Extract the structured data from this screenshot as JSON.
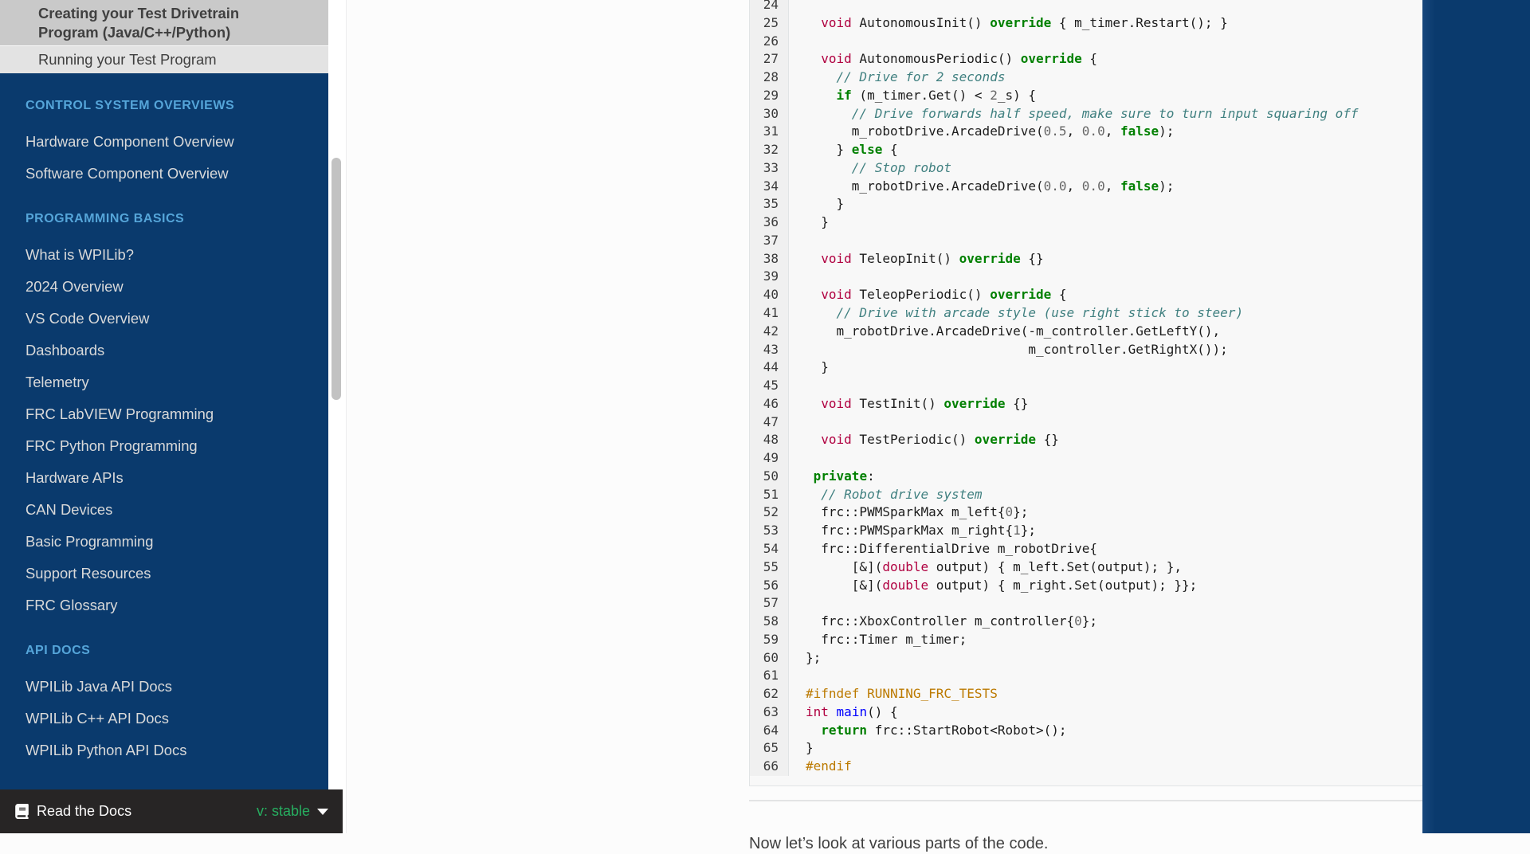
{
  "colors": {
    "sidebar_navy": "#0a3a6d",
    "section_header_blue": "#55a5d9",
    "sidebar_link": "#d9d9d9",
    "current_parent_bg": "#c9c9c9",
    "current_child_bg": "#e3e3e3",
    "footer_bg": "#272525",
    "version_green": "#27ae60",
    "code_bg": "#f8f8f8",
    "gutter_bg": "#f0f0f0",
    "border": "#e1e4e5"
  },
  "sidebar": {
    "current_group": [
      {
        "label": "Creating your Test Drivetrain Program (Java/C++/Python)",
        "style": "parent"
      },
      {
        "label": "Running your Test Program",
        "style": "child"
      }
    ],
    "sections": [
      {
        "header": "CONTROL SYSTEM OVERVIEWS",
        "items": [
          "Hardware Component Overview",
          "Software Component Overview"
        ]
      },
      {
        "header": "PROGRAMMING BASICS",
        "items": [
          "What is WPILib?",
          "2024 Overview",
          "VS Code Overview",
          "Dashboards",
          "Telemetry",
          "FRC LabVIEW Programming",
          "FRC Python Programming",
          "Hardware APIs",
          "CAN Devices",
          "Basic Programming",
          "Support Resources",
          "FRC Glossary"
        ]
      },
      {
        "header": "API DOCS",
        "items": [
          "WPILib Java API Docs",
          "WPILib C++ API Docs",
          "WPILib Python API Docs"
        ]
      }
    ]
  },
  "footer": {
    "brand": "Read the Docs",
    "version": "v: stable",
    "icons": [
      "book-icon",
      "caret-down-icon"
    ]
  },
  "content": {
    "after_text": "Now let’s look at various parts of the code."
  },
  "code_block": {
    "language": "c++",
    "lines": [
      {
        "n": 24,
        "segs": []
      },
      {
        "n": 25,
        "segs": [
          [
            "p",
            "  "
          ],
          [
            "t",
            "void"
          ],
          [
            "p",
            " AutonomousInit() "
          ],
          [
            "k",
            "override"
          ],
          [
            "p",
            " { m_timer.Restart(); }"
          ]
        ]
      },
      {
        "n": 26,
        "segs": []
      },
      {
        "n": 27,
        "segs": [
          [
            "p",
            "  "
          ],
          [
            "t",
            "void"
          ],
          [
            "p",
            " AutonomousPeriodic() "
          ],
          [
            "k",
            "override"
          ],
          [
            "p",
            " {"
          ]
        ]
      },
      {
        "n": 28,
        "segs": [
          [
            "p",
            "    "
          ],
          [
            "c",
            "// Drive for 2 seconds"
          ]
        ]
      },
      {
        "n": 29,
        "segs": [
          [
            "p",
            "    "
          ],
          [
            "k",
            "if"
          ],
          [
            "p",
            " (m_timer.Get() < "
          ],
          [
            "n2",
            "2"
          ],
          [
            "p",
            "_s) {"
          ]
        ]
      },
      {
        "n": 30,
        "segs": [
          [
            "p",
            "      "
          ],
          [
            "c",
            "// Drive forwards half speed, make sure to turn input squaring off"
          ]
        ]
      },
      {
        "n": 31,
        "segs": [
          [
            "p",
            "      m_robotDrive.ArcadeDrive("
          ],
          [
            "n2",
            "0.5"
          ],
          [
            "p",
            ", "
          ],
          [
            "n2",
            "0.0"
          ],
          [
            "p",
            ", "
          ],
          [
            "k",
            "false"
          ],
          [
            "p",
            ");"
          ]
        ]
      },
      {
        "n": 32,
        "segs": [
          [
            "p",
            "    } "
          ],
          [
            "k",
            "else"
          ],
          [
            "p",
            " {"
          ]
        ]
      },
      {
        "n": 33,
        "segs": [
          [
            "p",
            "      "
          ],
          [
            "c",
            "// Stop robot"
          ]
        ]
      },
      {
        "n": 34,
        "segs": [
          [
            "p",
            "      m_robotDrive.ArcadeDrive("
          ],
          [
            "n2",
            "0.0"
          ],
          [
            "p",
            ", "
          ],
          [
            "n2",
            "0.0"
          ],
          [
            "p",
            ", "
          ],
          [
            "k",
            "false"
          ],
          [
            "p",
            ");"
          ]
        ]
      },
      {
        "n": 35,
        "segs": [
          [
            "p",
            "    }"
          ]
        ]
      },
      {
        "n": 36,
        "segs": [
          [
            "p",
            "  }"
          ]
        ]
      },
      {
        "n": 37,
        "segs": []
      },
      {
        "n": 38,
        "segs": [
          [
            "p",
            "  "
          ],
          [
            "t",
            "void"
          ],
          [
            "p",
            " TeleopInit() "
          ],
          [
            "k",
            "override"
          ],
          [
            "p",
            " {}"
          ]
        ]
      },
      {
        "n": 39,
        "segs": []
      },
      {
        "n": 40,
        "segs": [
          [
            "p",
            "  "
          ],
          [
            "t",
            "void"
          ],
          [
            "p",
            " TeleopPeriodic() "
          ],
          [
            "k",
            "override"
          ],
          [
            "p",
            " {"
          ]
        ]
      },
      {
        "n": 41,
        "segs": [
          [
            "p",
            "    "
          ],
          [
            "c",
            "// Drive with arcade style (use right stick to steer)"
          ]
        ]
      },
      {
        "n": 42,
        "segs": [
          [
            "p",
            "    m_robotDrive.ArcadeDrive(-m_controller.GetLeftY(),"
          ]
        ]
      },
      {
        "n": 43,
        "segs": [
          [
            "p",
            "                             m_controller.GetRightX());"
          ]
        ]
      },
      {
        "n": 44,
        "segs": [
          [
            "p",
            "  }"
          ]
        ]
      },
      {
        "n": 45,
        "segs": []
      },
      {
        "n": 46,
        "segs": [
          [
            "p",
            "  "
          ],
          [
            "t",
            "void"
          ],
          [
            "p",
            " TestInit() "
          ],
          [
            "k",
            "override"
          ],
          [
            "p",
            " {}"
          ]
        ]
      },
      {
        "n": 47,
        "segs": []
      },
      {
        "n": 48,
        "segs": [
          [
            "p",
            "  "
          ],
          [
            "t",
            "void"
          ],
          [
            "p",
            " TestPeriodic() "
          ],
          [
            "k",
            "override"
          ],
          [
            "p",
            " {}"
          ]
        ]
      },
      {
        "n": 49,
        "segs": []
      },
      {
        "n": 50,
        "segs": [
          [
            "p",
            " "
          ],
          [
            "k",
            "private"
          ],
          [
            "p",
            ":"
          ]
        ]
      },
      {
        "n": 51,
        "segs": [
          [
            "p",
            "  "
          ],
          [
            "c",
            "// Robot drive system"
          ]
        ]
      },
      {
        "n": 52,
        "segs": [
          [
            "p",
            "  frc::PWMSparkMax m_left{"
          ],
          [
            "n2",
            "0"
          ],
          [
            "p",
            "};"
          ]
        ]
      },
      {
        "n": 53,
        "segs": [
          [
            "p",
            "  frc::PWMSparkMax m_right{"
          ],
          [
            "n2",
            "1"
          ],
          [
            "p",
            "};"
          ]
        ]
      },
      {
        "n": 54,
        "segs": [
          [
            "p",
            "  frc::DifferentialDrive m_robotDrive{"
          ]
        ]
      },
      {
        "n": 55,
        "segs": [
          [
            "p",
            "      [&]("
          ],
          [
            "t",
            "double"
          ],
          [
            "p",
            " output) { m_left.Set(output); },"
          ]
        ]
      },
      {
        "n": 56,
        "segs": [
          [
            "p",
            "      [&]("
          ],
          [
            "t",
            "double"
          ],
          [
            "p",
            " output) { m_right.Set(output); }};"
          ]
        ]
      },
      {
        "n": 57,
        "segs": []
      },
      {
        "n": 58,
        "segs": [
          [
            "p",
            "  frc::XboxController m_controller{"
          ],
          [
            "n2",
            "0"
          ],
          [
            "p",
            "};"
          ]
        ]
      },
      {
        "n": 59,
        "segs": [
          [
            "p",
            "  frc::Timer m_timer;"
          ]
        ]
      },
      {
        "n": 60,
        "segs": [
          [
            "p",
            "};"
          ]
        ]
      },
      {
        "n": 61,
        "segs": []
      },
      {
        "n": 62,
        "segs": [
          [
            "pp",
            "#ifndef RUNNING_FRC_TESTS"
          ]
        ]
      },
      {
        "n": 63,
        "segs": [
          [
            "t",
            "int"
          ],
          [
            "p",
            " "
          ],
          [
            "fn",
            "main"
          ],
          [
            "p",
            "() {"
          ]
        ]
      },
      {
        "n": 64,
        "segs": [
          [
            "p",
            "  "
          ],
          [
            "k",
            "return"
          ],
          [
            "p",
            " frc::StartRobot<Robot>();"
          ]
        ]
      },
      {
        "n": 65,
        "segs": [
          [
            "p",
            "}"
          ]
        ]
      },
      {
        "n": 66,
        "segs": [
          [
            "pp",
            "#endif"
          ]
        ]
      }
    ]
  }
}
